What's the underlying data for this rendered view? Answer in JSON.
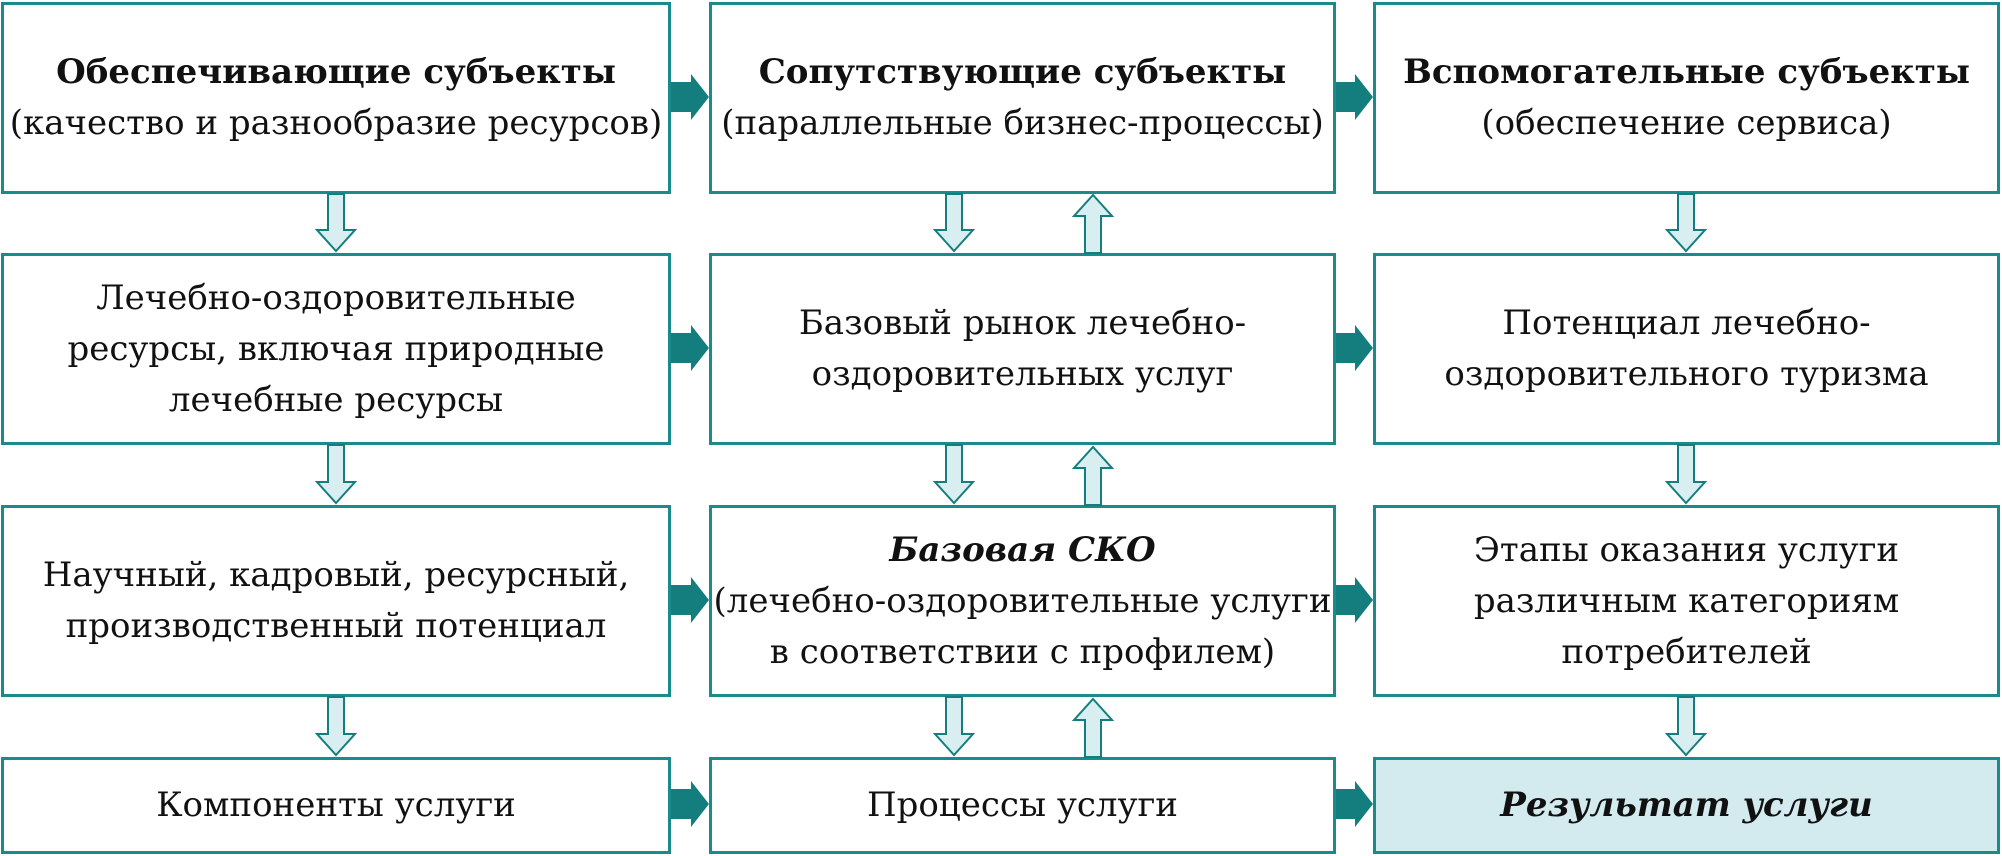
{
  "boxes": {
    "r1c1": {
      "title": "Обеспечивающие субъекты",
      "subtitle": "(качество и разнообразие ресурсов)"
    },
    "r1c2": {
      "title": "Сопутствующие субъекты",
      "subtitle": "(параллельные бизнес-процессы)"
    },
    "r1c3": {
      "title": "Вспомогательные субъекты",
      "subtitle": "(обеспечение сервиса)"
    },
    "r2c1": {
      "lines": [
        "Лечебно-оздоровительные",
        "ресурсы, включая природные",
        "лечебные ресурсы"
      ]
    },
    "r2c2": {
      "lines": [
        "Базовый рынок лечебно-",
        "оздоровительных услуг"
      ]
    },
    "r2c3": {
      "lines": [
        "Потенциал лечебно-",
        "оздоровительного туризма"
      ]
    },
    "r3c1": {
      "lines": [
        "Научный, кадровый, ресурсный,",
        "производственный потенциал"
      ]
    },
    "r3c2": {
      "title": "Базовая СКО",
      "lines": [
        "(лечебно-оздоровительные услуги",
        "в соответствии с профилем)"
      ]
    },
    "r3c3": {
      "lines": [
        "Этапы оказания услуги",
        "различным категориям",
        "потребителей"
      ]
    },
    "r4c1": {
      "text": "Компоненты услуги"
    },
    "r4c2": {
      "text": "Процессы услуги"
    },
    "r4c3": {
      "text": "Результат услуги"
    }
  },
  "colors": {
    "border": "#1a8a8a",
    "arrow_solid": "#147e7e",
    "arrow_hollow_fill": "#d9eef1",
    "result_fill": "#d3ebee"
  }
}
